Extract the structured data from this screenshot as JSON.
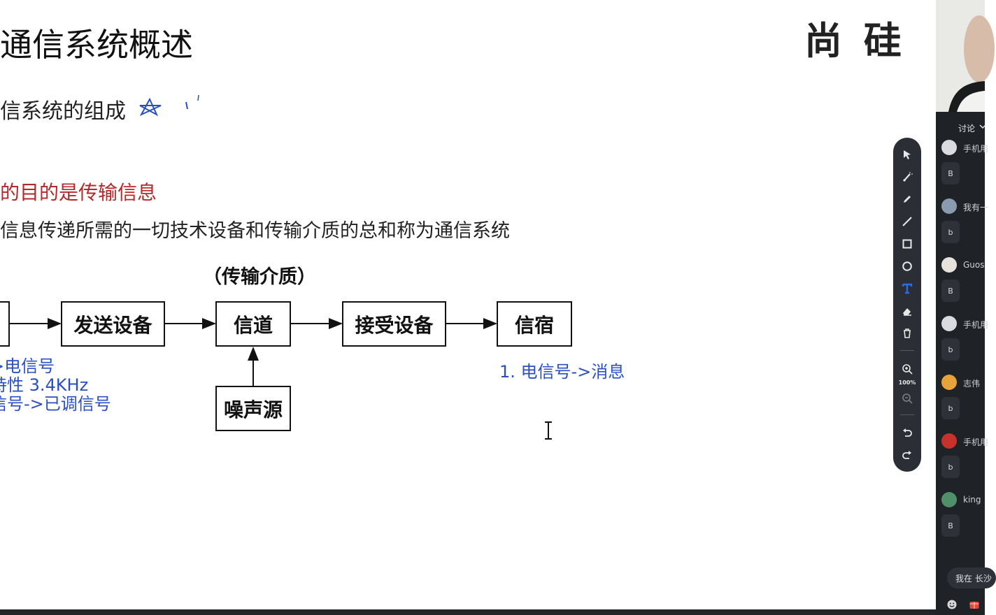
{
  "slide": {
    "title": "通信系统概述",
    "seal_text": "尚 硅",
    "subtitle": "信系统的组成",
    "purpose": "的目的是传输信息",
    "definition": "信息传递所需的一切技术设备和传输介质的总和称为通信系统",
    "diagram": {
      "medium_label": "（传输介质）",
      "boxes": {
        "send": "发送设备",
        "channel": "信道",
        "receive": "接受设备",
        "sink": "信宿",
        "noise": "噪声源"
      }
    },
    "annotations": {
      "left_line1": ">电信号",
      "left_line2": "持性 3.4KHz",
      "left_line3": "信号->已调信号",
      "right_line1": "1. 电信号->消息"
    }
  },
  "toolbar": {
    "tools": [
      "select-arrow-icon",
      "laser-pointer-icon",
      "pen-icon",
      "line-icon",
      "rectangle-icon",
      "circle-icon",
      "text-icon",
      "eraser-icon",
      "trash-icon",
      "zoom-in-icon",
      "zoom-out-icon",
      "undo-icon",
      "redo-icon"
    ],
    "zoom_level": "100%",
    "active_color": "#2d6be0"
  },
  "chat": {
    "tab_label": "讨论",
    "messages": [
      {
        "user": "手机用",
        "text": "B"
      },
      {
        "user": "我有一",
        "text": "b"
      },
      {
        "user": "Guos",
        "text": "B"
      },
      {
        "user": "手机用",
        "text": "b"
      },
      {
        "user": "志伟",
        "text": "b"
      },
      {
        "user": "手机用",
        "text": "b"
      },
      {
        "user": "king",
        "text": "B"
      }
    ],
    "input_text": "我在 长沙"
  },
  "colors": {
    "accent_red": "#b4282a",
    "annotation_blue": "#2a4fc4",
    "panel_bg": "#1f2226",
    "toolbar_bg": "#2b2e35"
  }
}
